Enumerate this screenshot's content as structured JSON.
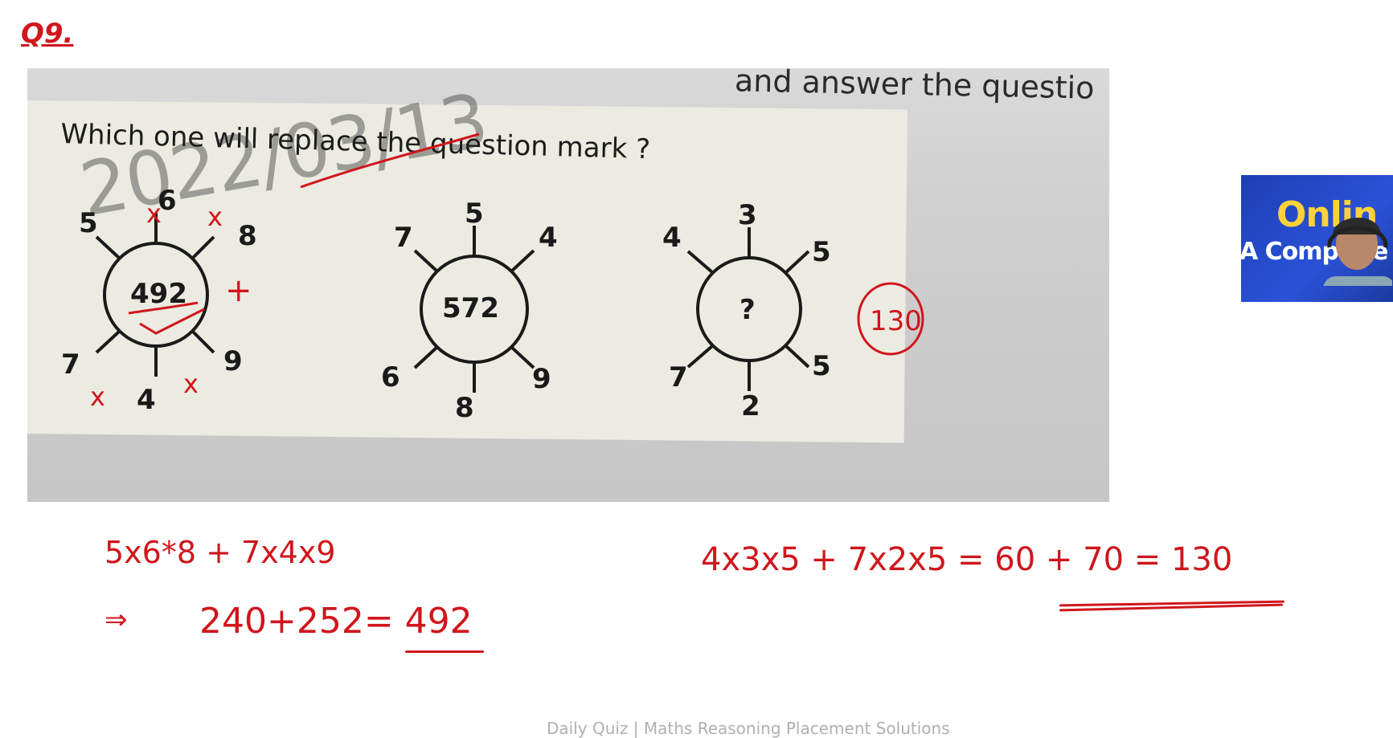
{
  "question_label": "Q9.",
  "photo": {
    "heading_fragment": "and answer the questio",
    "question": "Which one will replace the question mark ?",
    "watermark": "2022/03/13",
    "puzzles": [
      {
        "center": "492",
        "top_left": "5",
        "top": "6",
        "top_right": "8",
        "bottom_left": "7",
        "bottom": "4",
        "bottom_right": "9"
      },
      {
        "center": "572",
        "top_left": "7",
        "top": "5",
        "top_right": "4",
        "bottom_left": "6",
        "bottom": "8",
        "bottom_right": "9"
      },
      {
        "center": "?",
        "top_left": "4",
        "top": "3",
        "top_right": "5",
        "bottom_left": "7",
        "bottom": "2",
        "bottom_right": "5"
      }
    ]
  },
  "annotations": {
    "plus_mark": "+",
    "answer_circled": "130",
    "multiply_marks": [
      "x",
      "x",
      "x",
      "x"
    ]
  },
  "solution": {
    "line1": "5x6*8  +  7x4x9",
    "line2_arrow": "⇒",
    "line2": "240+252= 492",
    "right": "4x3x5 + 7x2x5 =  60 + 70 = 130"
  },
  "webcam": {
    "line1": "Onlin",
    "line2": "A Complete"
  },
  "footer_caption": "Daily Quiz | Maths Reasoning Placement Solutions"
}
